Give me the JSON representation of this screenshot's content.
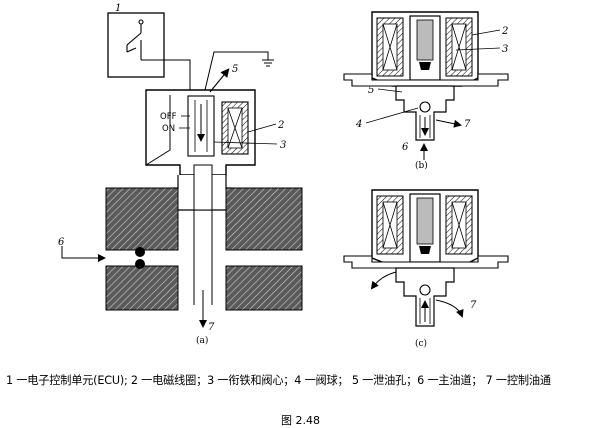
{
  "labels": {
    "a": {
      "n1": "1",
      "n2": "2",
      "n3": "3",
      "n5": "5",
      "n6": "6",
      "n7": "7",
      "off": "OFF",
      "on": "ON",
      "sub": "(a)"
    },
    "b": {
      "n2": "2",
      "n3": "3",
      "n4": "4",
      "n5": "5",
      "n6": "6",
      "n7": "7",
      "sub": "(b)"
    },
    "c": {
      "n7": "7",
      "sub": "(c)"
    }
  },
  "caption": "1 一电子控制单元(ECU); 2 一电磁线圈；3 一衔铁和阀心；4 一阀球； 5 一泄油孔；6 一主油道； 7 一控制油通",
  "figure_number": "图 2.48"
}
